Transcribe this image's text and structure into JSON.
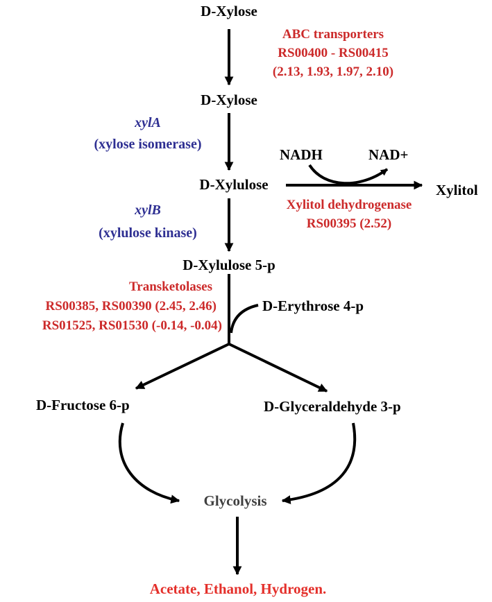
{
  "metabolites": {
    "xylose_ext": "D-Xylose",
    "xylose_int": "D-Xylose",
    "xylulose": "D-Xylulose",
    "xylulose_5p": "D-Xylulose 5-p",
    "erythrose_4p": "D-Erythrose 4-p",
    "fructose_6p": "D-Fructose 6-p",
    "glyceraldehyde_3p": "D-Glyceraldehyde 3-p",
    "glycolysis": "Glycolysis",
    "xylitol": "Xylitol",
    "nadh": "NADH",
    "nad_plus": "NAD+"
  },
  "transport": {
    "line1": "ABC transporters",
    "line2": "RS00400 - RS00415",
    "line3": "(2.13, 1.93, 1.97, 2.10)"
  },
  "xylA": {
    "gene": "xylA",
    "enzyme": "(xylose isomerase)"
  },
  "xylB": {
    "gene": "xylB",
    "enzyme": "(xylulose kinase)"
  },
  "xylitol_dh": {
    "line1": "Xylitol dehydrogenase",
    "line2": "RS00395 (2.52)"
  },
  "transketolases": {
    "line1": "Transketolases",
    "line2": "RS00385, RS00390 (2.45, 2.46)",
    "line3": "RS01525, RS01530 (-0.14, -0.04)"
  },
  "products": "Acetate, Ethanol, Hydrogen.",
  "colors": {
    "enzyme_red": "#cc2a2a",
    "gene_blue": "#2e2f92",
    "product_red": "#e4302b",
    "glycolysis_gray": "#404040",
    "arrow": "#000000"
  }
}
